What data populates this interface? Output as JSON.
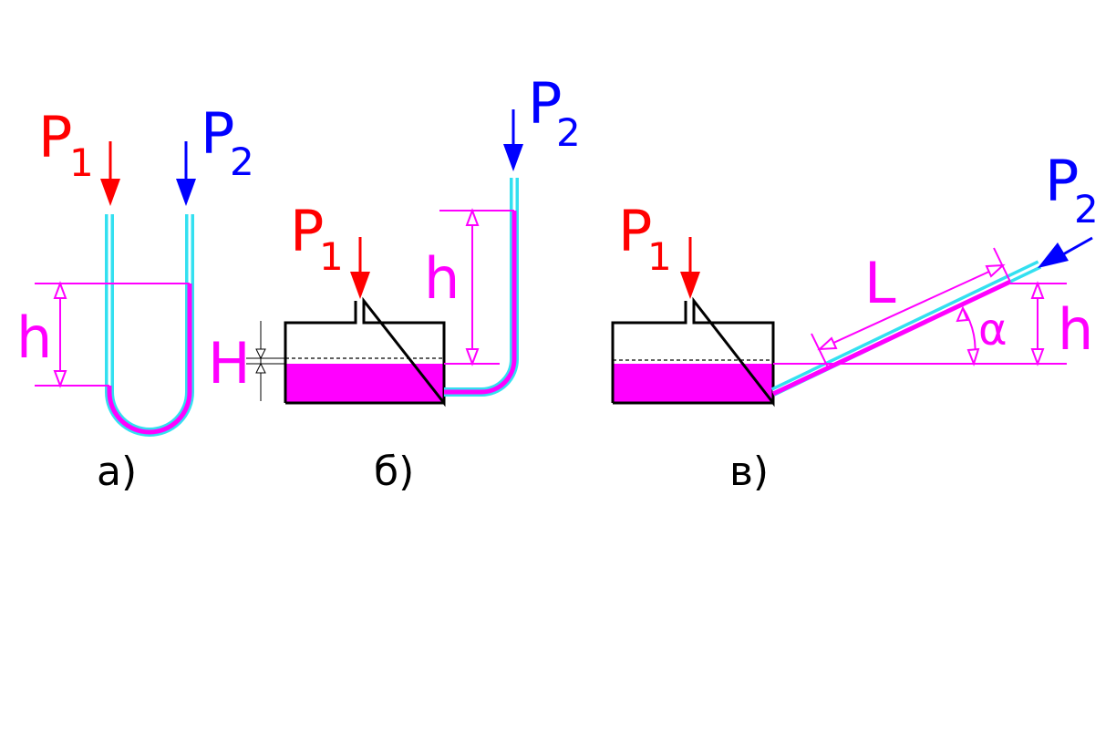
{
  "colors": {
    "p1": "#ff0000",
    "p2": "#0000ff",
    "tube": "#33e0f0",
    "liquid": "#ff00ff",
    "dim": "#ff00ff",
    "ink": "#000000"
  },
  "labels": {
    "p_letter": "P",
    "sub1": "1",
    "sub2": "2",
    "h": "h",
    "H": "H",
    "L": "L",
    "alpha": "α"
  },
  "captions": {
    "a": "а)",
    "b": "б)",
    "c": "в)"
  }
}
